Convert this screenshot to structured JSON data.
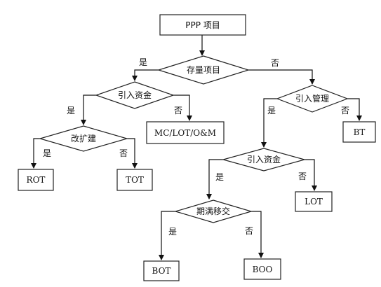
{
  "nodes": {
    "ppp": "PPP 项目",
    "stock": "存量项目",
    "funds1": "引入资金",
    "mgmt": "引入管理",
    "expand": "改扩建",
    "mc": "MC/LOT/O&M",
    "bt": "BT",
    "funds2": "引入资金",
    "rot": "ROT",
    "tot": "TOT",
    "lot": "LOT",
    "transfer": "期满移交",
    "bot": "BOT",
    "boo": "BOO"
  },
  "edge_labels": {
    "yes": "是",
    "no": "否"
  }
}
